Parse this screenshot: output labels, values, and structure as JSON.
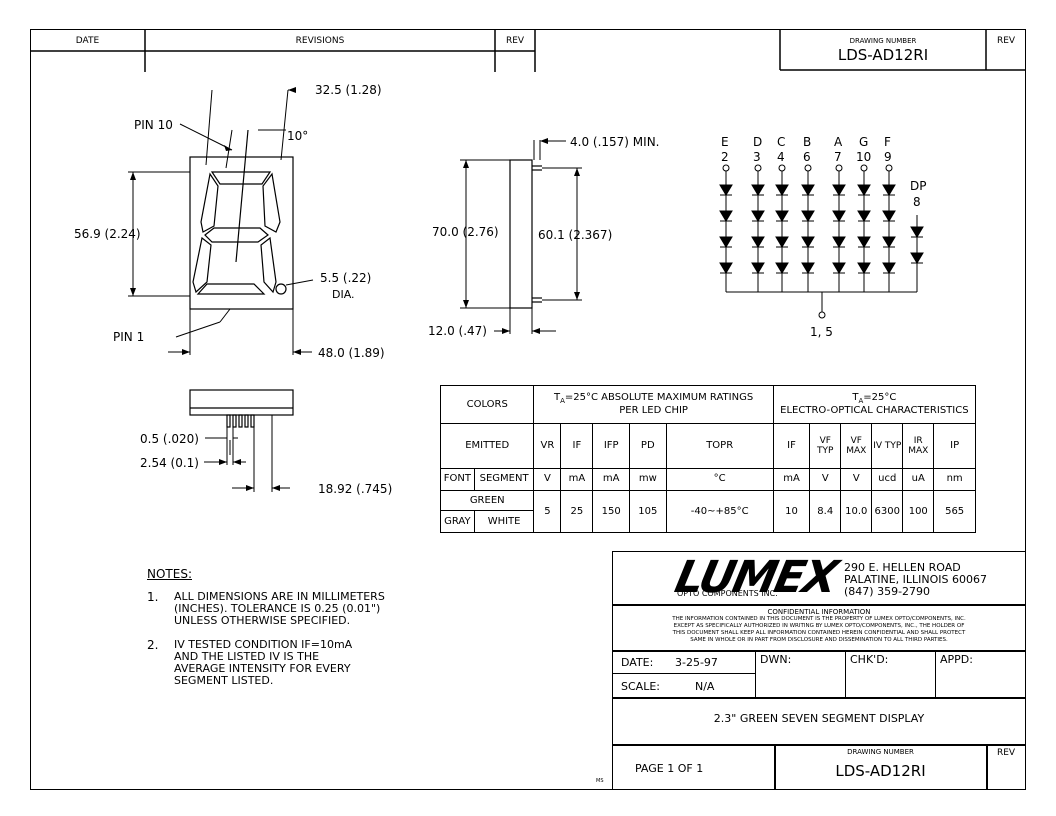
{
  "title_block_top": {
    "date_label": "DATE",
    "revisions_label": "REVISIONS",
    "rev_label": "REV",
    "drawing_number_label": "DRAWING NUMBER",
    "drawing_number": "LDS-AD12RI",
    "rev_label_right": "REV"
  },
  "front_view": {
    "dim_width_top": "32.5 (1.28)",
    "pin10": "PIN 10",
    "angle": "10°",
    "height": "56.9 (2.24)",
    "hole": "5.5 (.22)",
    "hole_dia": "DIA.",
    "pin1": "PIN 1",
    "width": "48.0 (1.89)"
  },
  "side_view": {
    "pin_length": "4.0 (.157) MIN.",
    "total_height": "70.0 (2.76)",
    "pin_span": "60.1 (2.367)",
    "depth": "12.0 (.47)"
  },
  "bottom_view": {
    "pin_dia": "0.5 (.020)",
    "pitch": "2.54 (0.1)",
    "row_span": "18.92 (.745)"
  },
  "schematic": {
    "segments": [
      "E",
      "D",
      "C",
      "B",
      "A",
      "G",
      "F"
    ],
    "pins": [
      "2",
      "3",
      "4",
      "6",
      "7",
      "10",
      "9"
    ],
    "dp_label": "DP",
    "dp_pin": "8",
    "common": "1, 5"
  },
  "spec_table": {
    "colors": "COLORS",
    "emitted": "EMITTED",
    "ta1_prefix": "T",
    "ta_sub": "A",
    "ta1_suffix": "=25°C  ABSOLUTE MAXIMUM RATINGS",
    "ta1_line2": "PER LED CHIP",
    "ta2_suffix": "=25°C",
    "ta2_line2": "ELECTRO-OPTICAL  CHARACTERISTICS",
    "headers": [
      "VR",
      "IF",
      "IFP",
      "PD",
      "TOPR",
      "IF",
      "VF TYP",
      "VF MAX",
      "IV TYP",
      "IR MAX",
      "IP"
    ],
    "font": "FONT",
    "segment": "SEGMENT",
    "units": [
      "V",
      "mA",
      "mA",
      "mw",
      "°C",
      "mA",
      "V",
      "V",
      "ucd",
      "uA",
      "nm"
    ],
    "green": "GREEN",
    "gray": "GRAY",
    "white": "WHITE",
    "values": [
      "5",
      "25",
      "150",
      "105",
      "-40~+85°C",
      "10",
      "8.4",
      "10.0",
      "6300",
      "100",
      "565"
    ]
  },
  "notes": {
    "heading": "NOTES:",
    "n1_num": "1.",
    "n1_l1": "ALL DIMENSIONS ARE IN MILLIMETERS",
    "n1_l2": "(INCHES).   TOLERANCE IS 0.25 (0.01\")",
    "n1_l3": "UNLESS OTHERWISE SPECIFIED.",
    "n2_num": "2.",
    "n2_l1": "IV TESTED CONDITION IF=10mA",
    "n2_l2": "AND THE LISTED IV IS THE",
    "n2_l3": "AVERAGE INTENSITY FOR EVERY",
    "n2_l4": "SEGMENT LISTED."
  },
  "title_block": {
    "logo": "LUMEX",
    "logo_sub": "OPTO COMPONENTS INC.",
    "addr1": "290  E.  HELLEN  ROAD",
    "addr2": "PALATINE,  ILLINOIS   60067",
    "addr3": "(847)  359-2790",
    "conf_title": "CONFIDENTIAL  INFORMATION",
    "conf1": "THE  INFORMATION  CONTAINED  IN  THIS  DOCUMENT  IS  THE  PROPERTY  OF  LUMEX  OPTO/COMPONENTS,  INC.",
    "conf2": "EXCEPT  AS  SPECIFICALLY  AUTHORIZED  IN  WRITING  BY  LUMEX  OPTO/COMPONENTS,  INC.,  THE  HOLDER  OF",
    "conf3": "THIS  DOCUMENT  SHALL  KEEP  ALL  INFORMATION  CONTAINED  HEREIN  CONFIDENTIAL  AND  SHALL  PROTECT",
    "conf4": "SAME  IN  WHOLE  OR  IN  PART  FROM  DISCLOSURE  AND  DISSEMINATION  TO  ALL  THIRD  PARTIES.",
    "date_label": "DATE:",
    "date_value": "3-25-97",
    "dwn": "DWN:",
    "chkd": "CHK'D:",
    "appd": "APPD:",
    "scale_label": "SCALE:",
    "scale_value": "N/A",
    "description": "2.3\"  GREEN  SEVEN  SEGMENT  DISPLAY",
    "page": "PAGE    1    OF    1",
    "drawing_number_label": "DRAWING  NUMBER",
    "drawing_number": "LDS-AD12RI",
    "rev": "REV",
    "ms": "MS"
  }
}
